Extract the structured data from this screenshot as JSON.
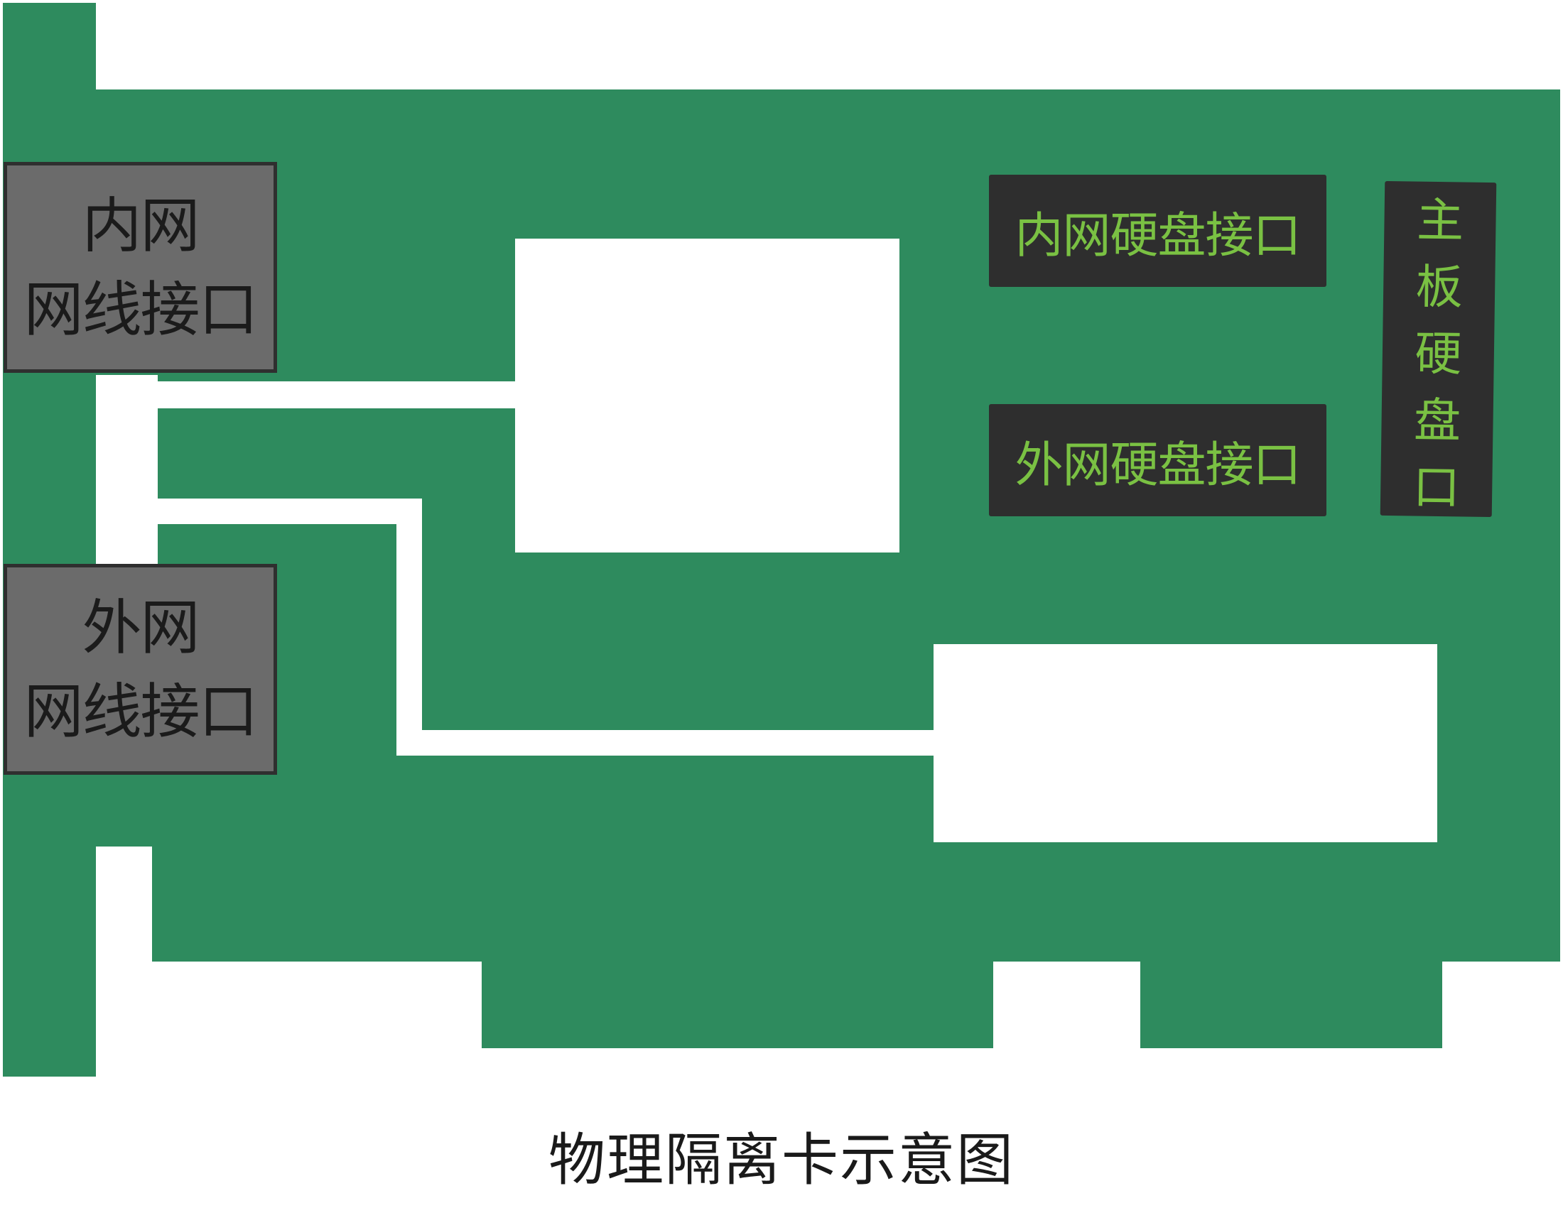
{
  "colors": {
    "board": "#2e8b5e",
    "port_fill": "#6b6b6b",
    "port_border": "#2f2f2f",
    "port_text": "#1b1b1b",
    "hdd_fill": "#2e2e2e",
    "hdd_text": "#7ac143",
    "caption_text": "#1a1a1a",
    "cutout": "#ffffff"
  },
  "ports": {
    "inner": {
      "line1": "内网",
      "line2": "网线接口"
    },
    "outer": {
      "line1": "外网",
      "line2": "网线接口"
    }
  },
  "disk_ports": {
    "inner": "内网硬盘接口",
    "outer": "外网硬盘接口"
  },
  "motherboard_port": {
    "chars": [
      "主",
      "板",
      "硬",
      "盘",
      "口"
    ]
  },
  "caption": "物理隔离卡示意图"
}
